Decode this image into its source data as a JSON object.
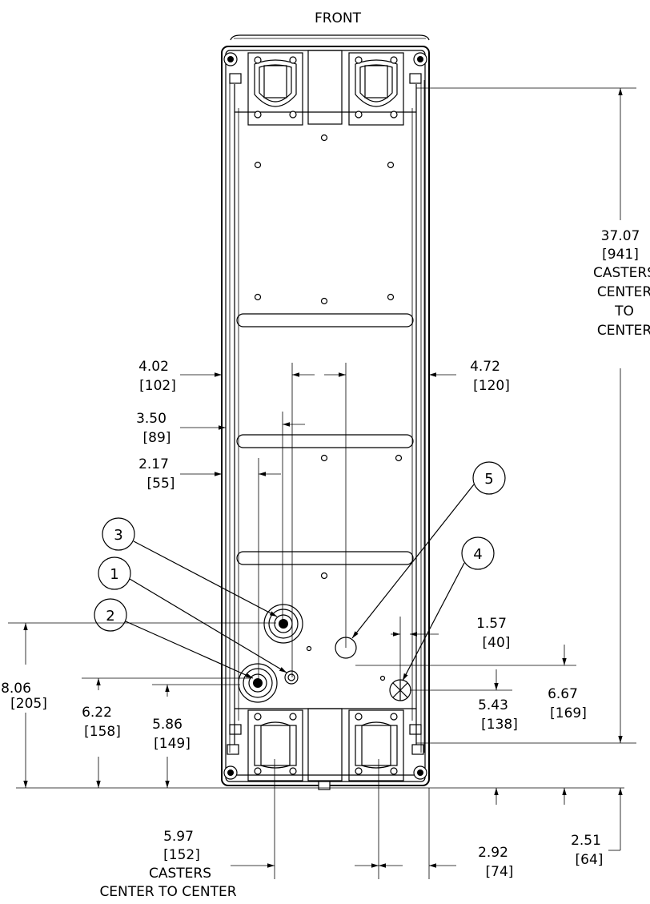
{
  "title": "FRONT",
  "callouts": [
    "1",
    "2",
    "3",
    "4",
    "5"
  ],
  "dimensions": {
    "casters_length": {
      "in": "37.07",
      "mm": "[941]",
      "note1": "CASTERS",
      "note2": "CENTER",
      "note3": "TO",
      "note4": "CENTER"
    },
    "d_4_02": {
      "in": "4.02",
      "mm": "[102]"
    },
    "d_3_50": {
      "in": "3.50",
      "mm": "[89]"
    },
    "d_2_17": {
      "in": "2.17",
      "mm": "[55]"
    },
    "d_4_72": {
      "in": "4.72",
      "mm": "[120]"
    },
    "d_1_57": {
      "in": "1.57",
      "mm": "[40]"
    },
    "d_8_06": {
      "in": "8.06",
      "mm": "[205]"
    },
    "d_6_22": {
      "in": "6.22",
      "mm": "[158]"
    },
    "d_5_86": {
      "in": "5.86",
      "mm": "[149]"
    },
    "d_5_43": {
      "in": "5.43",
      "mm": "[138]"
    },
    "d_6_67": {
      "in": "6.67",
      "mm": "[169]"
    },
    "casters_width": {
      "in": "5.97",
      "mm": "[152]",
      "note1": "CASTERS",
      "note2": "CENTER TO CENTER"
    },
    "d_2_92": {
      "in": "2.92",
      "mm": "[74]"
    },
    "d_2_51": {
      "in": "2.51",
      "mm": "[64]"
    }
  }
}
